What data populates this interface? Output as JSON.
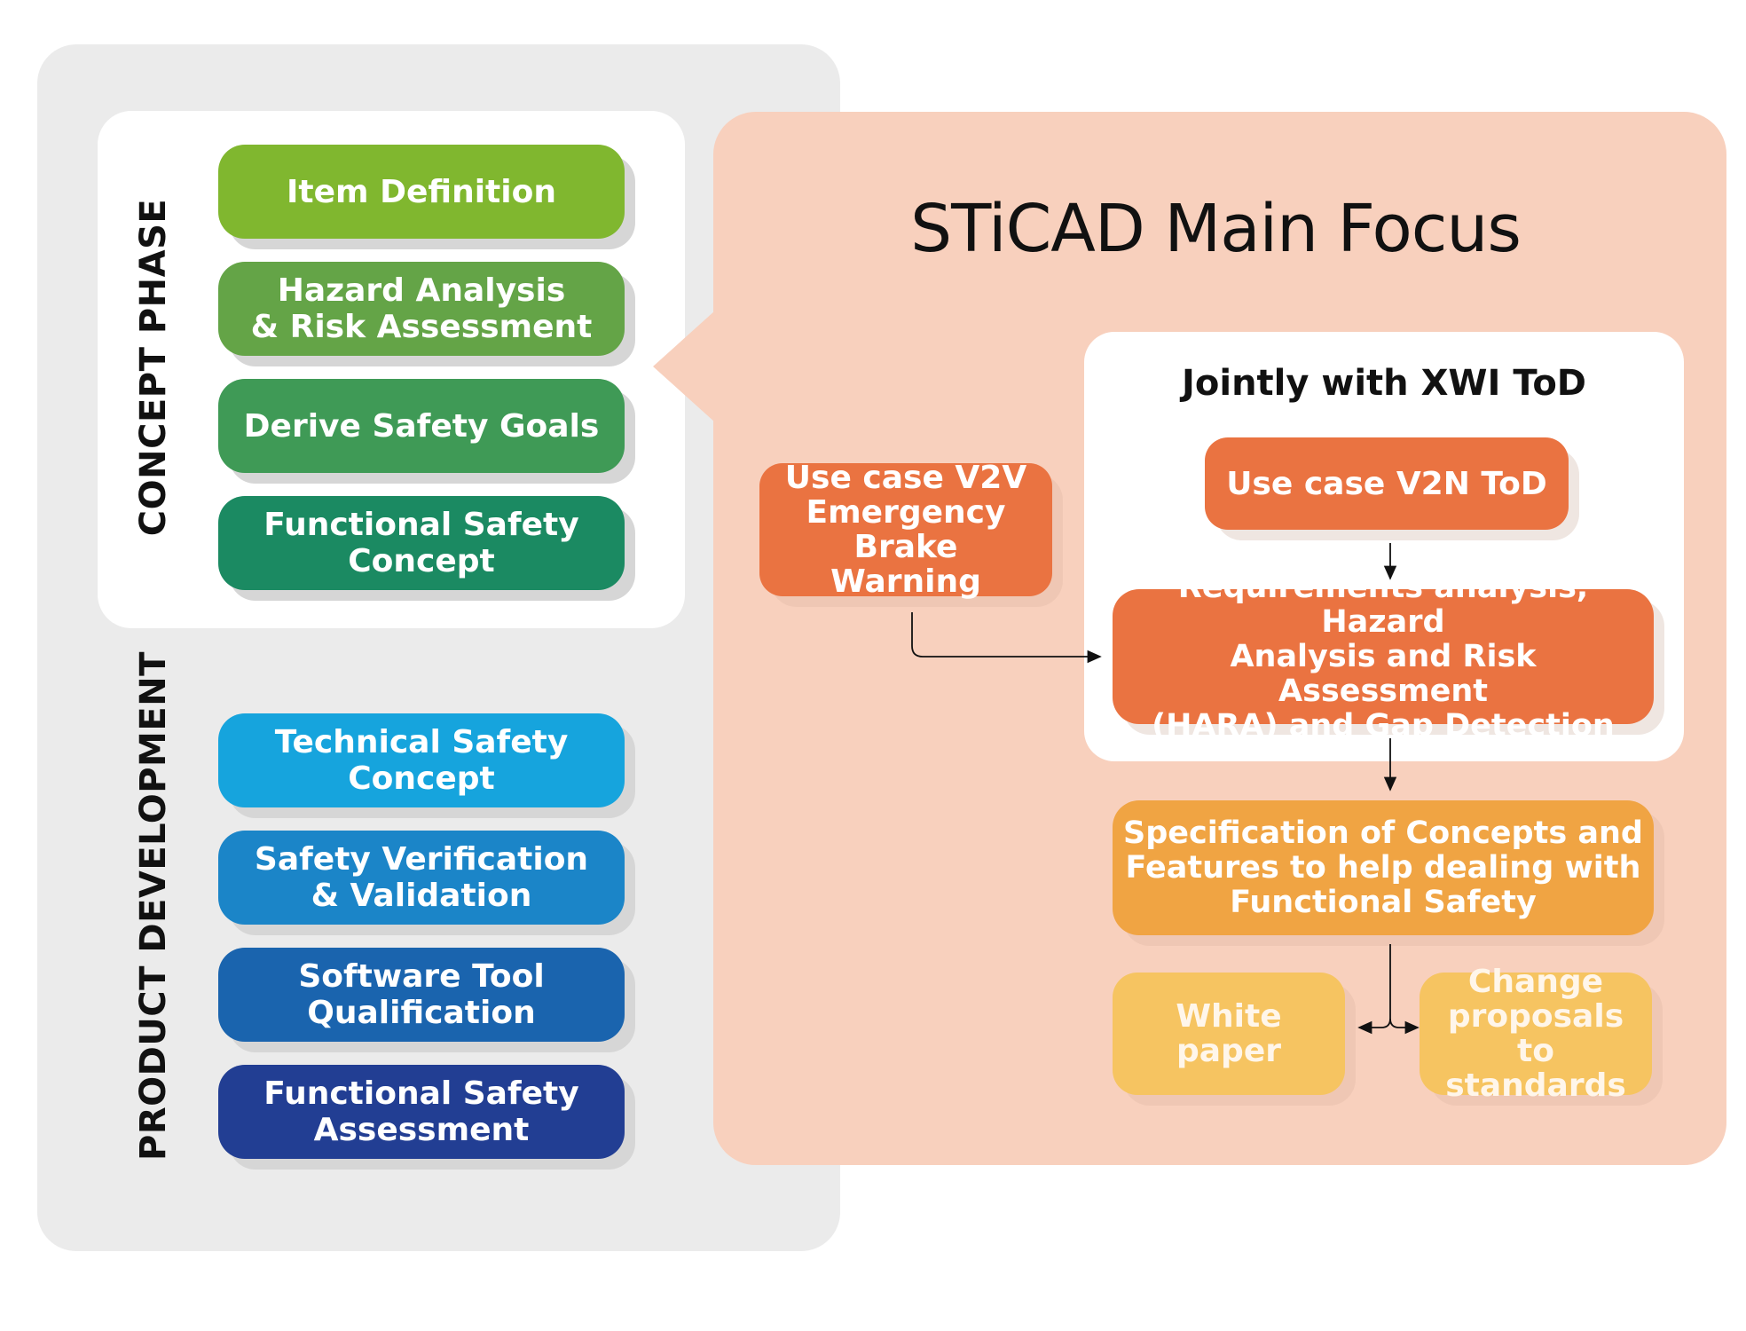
{
  "left_panel": {
    "concept_phase_label": "CONCEPT PHASE",
    "product_development_label": "PRODUCT DEVELOPMENT",
    "concept_steps": [
      "Item Definition",
      "Hazard Analysis\n& Risk Assessment",
      "Derive Safety Goals",
      "Functional Safety\nConcept"
    ],
    "development_steps": [
      "Technical Safety\nConcept",
      "Safety Verification\n& Validation",
      "Software Tool\nQualification",
      "Functional Safety\nAssessment"
    ],
    "concept_colors": [
      "#80b72f",
      "#64a447",
      "#3f9a56",
      "#1b8a62"
    ],
    "development_colors": [
      "#16a4dd",
      "#1b85c8",
      "#1a64ae",
      "#223e93"
    ]
  },
  "focus": {
    "title": "STiCAD Main Focus",
    "joint_title": "Jointly with XWI ToD",
    "v2v_use_case": "Use case V2V\nEmergency\nBrake Warning",
    "v2n_use_case": "Use case V2N ToD",
    "requirements_analysis": "Requirements analysis, Hazard\nAnalysis and Risk Assessment\n(HARA) and Gap Detection",
    "specification": "Specification of Concepts and\nFeatures to help dealing with\nFunctional Safety",
    "white_paper": "White\npaper",
    "change_proposals": "Change\nproposals to\nstandards",
    "colors": {
      "panel": "#f8d0bd",
      "dark_orange": "#ea7341",
      "mid_orange": "#f0a443",
      "light_orange": "#f6c461"
    }
  }
}
